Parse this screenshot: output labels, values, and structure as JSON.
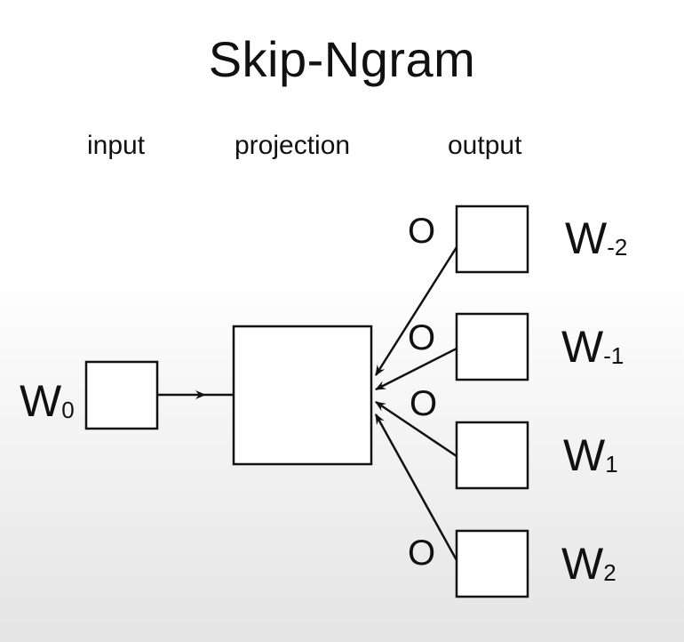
{
  "title": "Skip-Ngram",
  "columns": {
    "input": "input",
    "projection": "projection",
    "output": "output"
  },
  "input_word": {
    "base": "W",
    "sub": "0"
  },
  "output_words": [
    {
      "base": "W",
      "sub": "-2"
    },
    {
      "base": "W",
      "sub": "-1"
    },
    {
      "base": "W",
      "sub": "1"
    },
    {
      "base": "W",
      "sub": "2"
    }
  ],
  "output_markers": [
    "O",
    "O",
    "O",
    "O"
  ]
}
